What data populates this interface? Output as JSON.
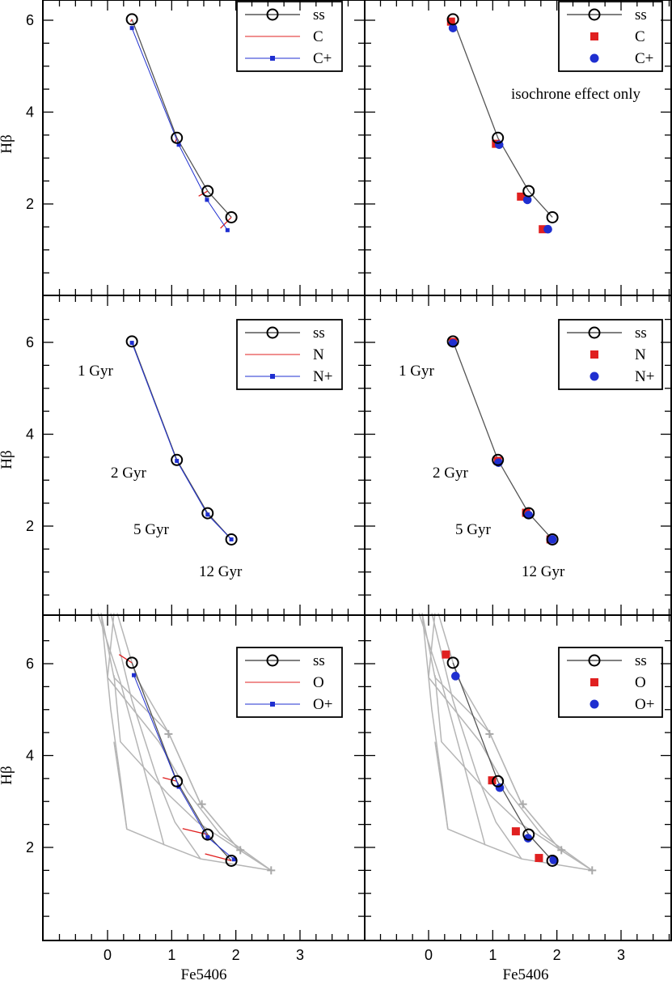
{
  "figure": {
    "xlabel": "Fe5406",
    "ylabel": "Hβ",
    "xticks": [
      0,
      1,
      2,
      3
    ],
    "yticks": [
      2,
      4,
      6
    ],
    "xlim": [
      -0.85,
      3.8
    ],
    "ylim": [
      0,
      7
    ],
    "colors": {
      "ss": "#555555",
      "plus": "#1f2fd0",
      "minus": "#e02020",
      "grid": "#b5b5b5"
    }
  },
  "chart_data": [
    {
      "type": "line",
      "panel": "top-left",
      "legend": [
        "ss",
        "C",
        "C+"
      ],
      "legend_position": "top-right",
      "series": [
        {
          "name": "ss",
          "x": [
            0.38,
            1.08,
            1.56,
            1.93
          ],
          "y": [
            6.02,
            3.44,
            2.28,
            1.71
          ]
        },
        {
          "name": "C",
          "segments": [
            [
              [
                0.38,
                6.02
              ],
              [
                0.36,
                5.97
              ]
            ],
            [
              [
                1.08,
                3.44
              ],
              [
                1.05,
                3.32
              ]
            ],
            [
              [
                1.56,
                2.28
              ],
              [
                1.42,
                2.17
              ]
            ],
            [
              [
                1.93,
                1.71
              ],
              [
                1.76,
                1.47
              ]
            ]
          ]
        },
        {
          "name": "C+",
          "x": [
            0.38,
            1.11,
            1.55,
            1.87
          ],
          "y": [
            5.83,
            3.29,
            2.09,
            1.43
          ]
        }
      ]
    },
    {
      "type": "scatter",
      "panel": "top-right",
      "legend": [
        "ss",
        "C",
        "C+"
      ],
      "legend_position": "top-right",
      "annotation": "isochrone effect only",
      "series": [
        {
          "name": "ss",
          "x": [
            0.38,
            1.08,
            1.56,
            1.93
          ],
          "y": [
            6.02,
            3.44,
            2.28,
            1.71
          ]
        },
        {
          "name": "C",
          "x": [
            0.35,
            1.05,
            1.44,
            1.78
          ],
          "y": [
            5.97,
            3.31,
            2.16,
            1.45
          ]
        },
        {
          "name": "C+",
          "x": [
            0.38,
            1.1,
            1.54,
            1.86
          ],
          "y": [
            5.83,
            3.29,
            2.09,
            1.45
          ]
        }
      ]
    },
    {
      "type": "line",
      "panel": "middle-left",
      "legend": [
        "ss",
        "N",
        "N+"
      ],
      "legend_position": "top-right",
      "age_labels": [
        "1 Gyr",
        "2 Gyr",
        "5 Gyr",
        "12 Gyr"
      ],
      "series": [
        {
          "name": "ss",
          "x": [
            0.38,
            1.08,
            1.56,
            1.93
          ],
          "y": [
            6.02,
            3.44,
            2.28,
            1.71
          ]
        },
        {
          "name": "N",
          "segments": [
            [
              [
                0.38,
                6.02
              ],
              [
                0.38,
                6.02
              ]
            ],
            [
              [
                1.08,
                3.44
              ],
              [
                1.08,
                3.43
              ]
            ],
            [
              [
                1.56,
                2.28
              ],
              [
                1.54,
                2.27
              ]
            ],
            [
              [
                1.93,
                1.71
              ],
              [
                1.92,
                1.7
              ]
            ]
          ]
        },
        {
          "name": "N+",
          "x": [
            0.38,
            1.08,
            1.56,
            1.93
          ],
          "y": [
            5.99,
            3.42,
            2.25,
            1.71
          ]
        }
      ]
    },
    {
      "type": "scatter",
      "panel": "middle-right",
      "legend": [
        "ss",
        "N",
        "N+"
      ],
      "legend_position": "top-right",
      "age_labels": [
        "1 Gyr",
        "2 Gyr",
        "5 Gyr",
        "12 Gyr"
      ],
      "series": [
        {
          "name": "ss",
          "x": [
            0.38,
            1.08,
            1.56,
            1.93
          ],
          "y": [
            6.02,
            3.44,
            2.28,
            1.71
          ]
        },
        {
          "name": "N",
          "x": [
            0.38,
            1.08,
            1.52,
            1.9
          ],
          "y": [
            6.01,
            3.42,
            2.29,
            1.71
          ]
        },
        {
          "name": "N+",
          "x": [
            0.38,
            1.09,
            1.56,
            1.93
          ],
          "y": [
            5.98,
            3.38,
            2.24,
            1.71
          ]
        }
      ]
    },
    {
      "type": "line",
      "panel": "bottom-left",
      "legend": [
        "ss",
        "O",
        "O+"
      ],
      "legend_position": "top-right",
      "series": [
        {
          "name": "ss",
          "x": [
            0.38,
            1.08,
            1.56,
            1.93
          ],
          "y": [
            6.02,
            3.44,
            2.28,
            1.71
          ]
        },
        {
          "name": "O",
          "segments": [
            [
              [
                0.38,
                6.02
              ],
              [
                0.18,
                6.2
              ]
            ],
            [
              [
                1.08,
                3.44
              ],
              [
                0.86,
                3.52
              ]
            ],
            [
              [
                1.56,
                2.28
              ],
              [
                1.17,
                2.41
              ]
            ],
            [
              [
                1.93,
                1.71
              ],
              [
                1.52,
                1.86
              ]
            ]
          ]
        },
        {
          "name": "O+",
          "x": [
            0.41,
            1.11,
            1.56,
            1.97
          ],
          "y": [
            5.75,
            3.32,
            2.22,
            1.74
          ]
        },
        {
          "name": "grid-isochrones",
          "lines": [
            [
              [
                -0.1,
                7.1
              ],
              [
                0.1,
                5.7
              ],
              [
                0.95,
                4.5
              ],
              [
                1.45,
                2.95
              ],
              [
                2.05,
                1.95
              ],
              [
                2.55,
                1.5
              ]
            ],
            [
              [
                0.1,
                7.1
              ],
              [
                0.0,
                5.7
              ],
              [
                0.8,
                4.3
              ],
              [
                1.25,
                3.2
              ],
              [
                1.75,
                2.3
              ],
              [
                2.55,
                1.5
              ]
            ],
            [
              [
                0.1,
                5.75
              ],
              [
                0.2,
                4.3
              ],
              [
                0.95,
                3.15
              ],
              [
                1.4,
                2.55
              ],
              [
                2.05,
                1.95
              ]
            ],
            [
              [
                0.1,
                4.3
              ],
              [
                0.3,
                2.4
              ],
              [
                0.9,
                2.05
              ],
              [
                1.45,
                1.75
              ],
              [
                2.55,
                1.5
              ]
            ]
          ]
        },
        {
          "name": "grid-metallicity",
          "lines": [
            [
              [
                0.15,
                7.1
              ],
              [
                0.45,
                5.7
              ],
              [
                0.95,
                4.5
              ],
              [
                1.45,
                2.95
              ],
              [
                2.05,
                1.95
              ],
              [
                2.55,
                1.5
              ]
            ],
            [
              [
                0.05,
                7.1
              ],
              [
                0.38,
                5.2
              ],
              [
                0.75,
                3.6
              ],
              [
                1.05,
                2.55
              ],
              [
                1.45,
                1.75
              ]
            ],
            [
              [
                -0.15,
                7.1
              ],
              [
                0.2,
                5.6
              ],
              [
                0.55,
                3.8
              ],
              [
                0.88,
                2.05
              ]
            ],
            [
              [
                -0.1,
                7.1
              ],
              [
                0.05,
                5.0
              ],
              [
                0.2,
                3.5
              ],
              [
                0.3,
                2.4
              ]
            ]
          ]
        },
        {
          "name": "grid-markers",
          "x": [
            0.95,
            1.47,
            2.07,
            2.55
          ],
          "y": [
            4.47,
            2.94,
            1.94,
            1.5
          ]
        }
      ]
    },
    {
      "type": "scatter",
      "panel": "bottom-right",
      "legend": [
        "ss",
        "O",
        "O+"
      ],
      "legend_position": "top-right",
      "series": [
        {
          "name": "ss",
          "x": [
            0.38,
            1.08,
            1.56,
            1.93
          ],
          "y": [
            6.02,
            3.44,
            2.28,
            1.71
          ]
        },
        {
          "name": "O",
          "x": [
            0.27,
            0.99,
            1.36,
            1.72
          ],
          "y": [
            6.2,
            3.46,
            2.35,
            1.77
          ]
        },
        {
          "name": "O+",
          "x": [
            0.42,
            1.11,
            1.55,
            1.95
          ],
          "y": [
            5.73,
            3.3,
            2.2,
            1.73
          ]
        },
        {
          "name": "grid-markers",
          "x": [
            0.95,
            1.47,
            2.07,
            2.55
          ],
          "y": [
            4.47,
            2.94,
            1.94,
            1.5
          ]
        }
      ]
    }
  ]
}
